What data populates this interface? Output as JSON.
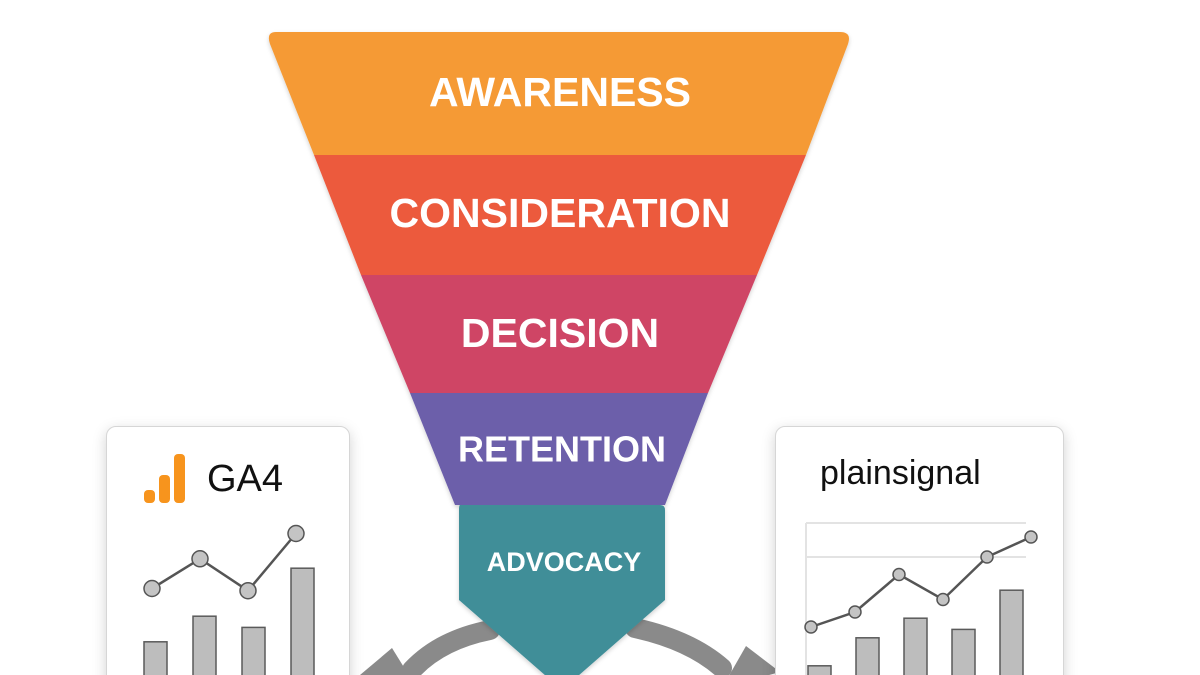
{
  "funnel": {
    "stages": [
      {
        "label": "AWARENESS",
        "color": "#F59A34"
      },
      {
        "label": "CONSIDERATION",
        "color": "#EC5A3D"
      },
      {
        "label": "DECISION",
        "color": "#CF4565"
      },
      {
        "label": "RETENTION",
        "color": "#6C5FAA"
      },
      {
        "label": "ADVOCACY",
        "color": "#3F8E98"
      }
    ]
  },
  "left_card": {
    "brand": "GA4",
    "logo_color": "#F7941D",
    "line_values": [
      0.35,
      0.62,
      0.33,
      0.85
    ],
    "bar_values": [
      0.22,
      0.38,
      0.31,
      0.68
    ]
  },
  "right_card": {
    "brand": "plainsignal",
    "line_values": [
      0.2,
      0.32,
      0.62,
      0.42,
      0.76,
      0.92
    ],
    "bar_values": [
      0.08,
      0.28,
      0.42,
      0.34,
      0.62
    ]
  },
  "colors": {
    "arrow": "#8a8a8a",
    "bar_fill": "#bdbdbd",
    "bar_stroke": "#5a5a5a",
    "point_fill": "#c4c4c4",
    "line_stroke": "#555555"
  }
}
